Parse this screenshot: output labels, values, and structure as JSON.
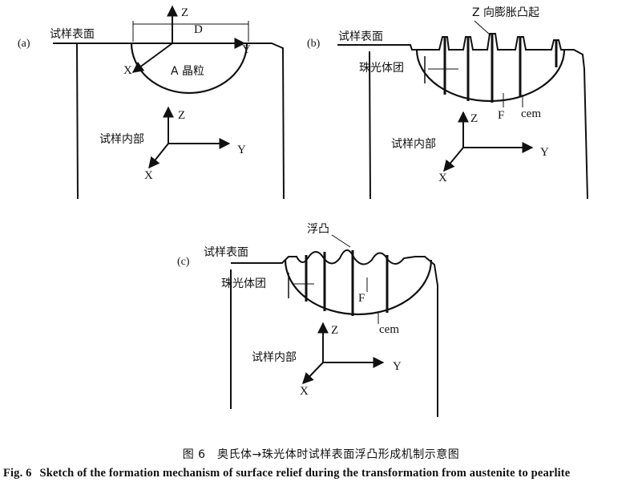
{
  "panel_a": {
    "tag": "(a)",
    "surface_label": "试样表面",
    "interior_label": "试样内部",
    "grain_label": "A  晶粒",
    "dim_label": "D",
    "axis_z": "Z",
    "axis_x": "X",
    "axis_y": "Y",
    "inner_z": "Z",
    "inner_x": "X",
    "inner_y": "Y"
  },
  "panel_b": {
    "tag": "(b)",
    "surface_label": "试样表面",
    "relief_label": "Z 向膨胀凸起",
    "colony_label": "珠光体团",
    "ferrite_label": "F",
    "cementite_label": "cem",
    "interior_label": "试样内部",
    "axis_z": "Z",
    "axis_x": "X",
    "axis_y": "Y"
  },
  "panel_c": {
    "tag": "(c)",
    "surface_label": "试样表面",
    "relief_label": "浮凸",
    "colony_label": "珠光体团",
    "ferrite_label": "F",
    "cementite_label": "cem",
    "interior_label": "试样内部",
    "axis_z": "Z",
    "axis_x": "X",
    "axis_y": "Y"
  },
  "caption": {
    "cn": "图 6　奥氏体→珠光体时试样表面浮凸形成机制示意图",
    "en_number": "Fig. 6",
    "en_text": "Sketch of the formation mechanism of surface relief during the transformation from austenite to pearlite"
  }
}
